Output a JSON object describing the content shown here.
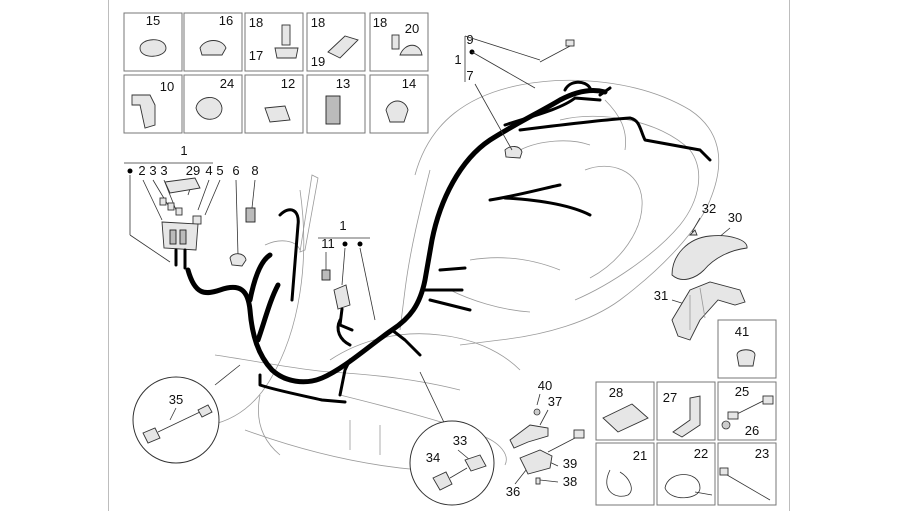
{
  "labels": {
    "l15": "15",
    "l16": "16",
    "l18a": "18",
    "l17": "17",
    "l18b": "18",
    "l19": "19",
    "l18c": "18",
    "l20": "20",
    "l10": "10",
    "l24": "24",
    "l12": "12",
    "l13": "13",
    "l14": "14",
    "l9": "9",
    "l1a": "1",
    "l7": "7",
    "l1b": "1",
    "l2": "2",
    "l3a": "3",
    "l3b": "3",
    "l29": "29",
    "l4": "4",
    "l5": "5",
    "l6": "6",
    "l8": "8",
    "l1c": "1",
    "l11": "11",
    "l32": "32",
    "l30": "30",
    "l31": "31",
    "l41": "41",
    "l35": "35",
    "l40": "40",
    "l37": "37",
    "l28": "28",
    "l27": "27",
    "l25": "25",
    "l26": "26",
    "l33": "33",
    "l34": "34",
    "l39": "39",
    "l38": "38",
    "l36": "36",
    "l21": "21",
    "l22": "22",
    "l23": "23"
  },
  "colors": {
    "harness": "#000000",
    "outline": "#9a9a9a",
    "box_border": "#777777"
  }
}
